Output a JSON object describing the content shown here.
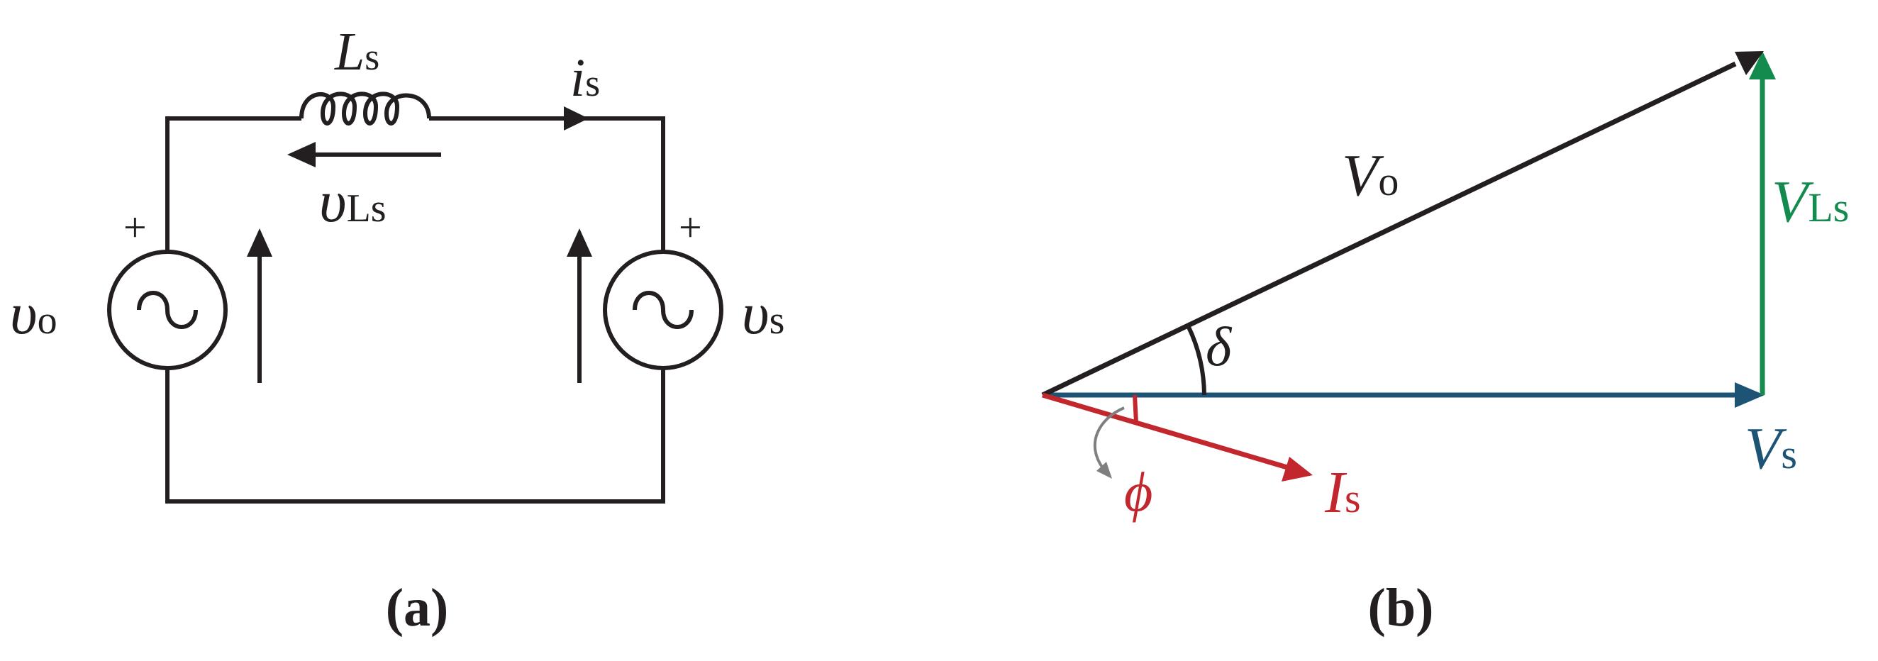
{
  "circuit": {
    "inductor": {
      "symbol": "L",
      "sub": "s"
    },
    "current": {
      "symbol": "i",
      "sub": "s"
    },
    "inductor_voltage": {
      "symbol": "υ",
      "sub": "Ls"
    },
    "left_source": {
      "symbol": "υ",
      "sub": "o",
      "polarity": "+"
    },
    "right_source": {
      "symbol": "υ",
      "sub": "s",
      "polarity": "+"
    },
    "caption": "(a)"
  },
  "phasor": {
    "vo": {
      "symbol": "V",
      "sub": "o",
      "color": "#231f20"
    },
    "vls": {
      "symbol": "V",
      "sub": "Ls",
      "color": "#138a4e"
    },
    "vs": {
      "symbol": "V",
      "sub": "s",
      "color": "#1d5476"
    },
    "is": {
      "symbol": "I",
      "sub": "s",
      "color": "#c1272d"
    },
    "delta": {
      "symbol": "δ"
    },
    "phi": {
      "symbol": "ϕ",
      "color": "#c1272d"
    },
    "caption": "(b)"
  },
  "colors": {
    "ink": "#231f20",
    "green": "#138a4e",
    "blue": "#1d5476",
    "red": "#c1272d",
    "gray": "#7f7f7f"
  }
}
